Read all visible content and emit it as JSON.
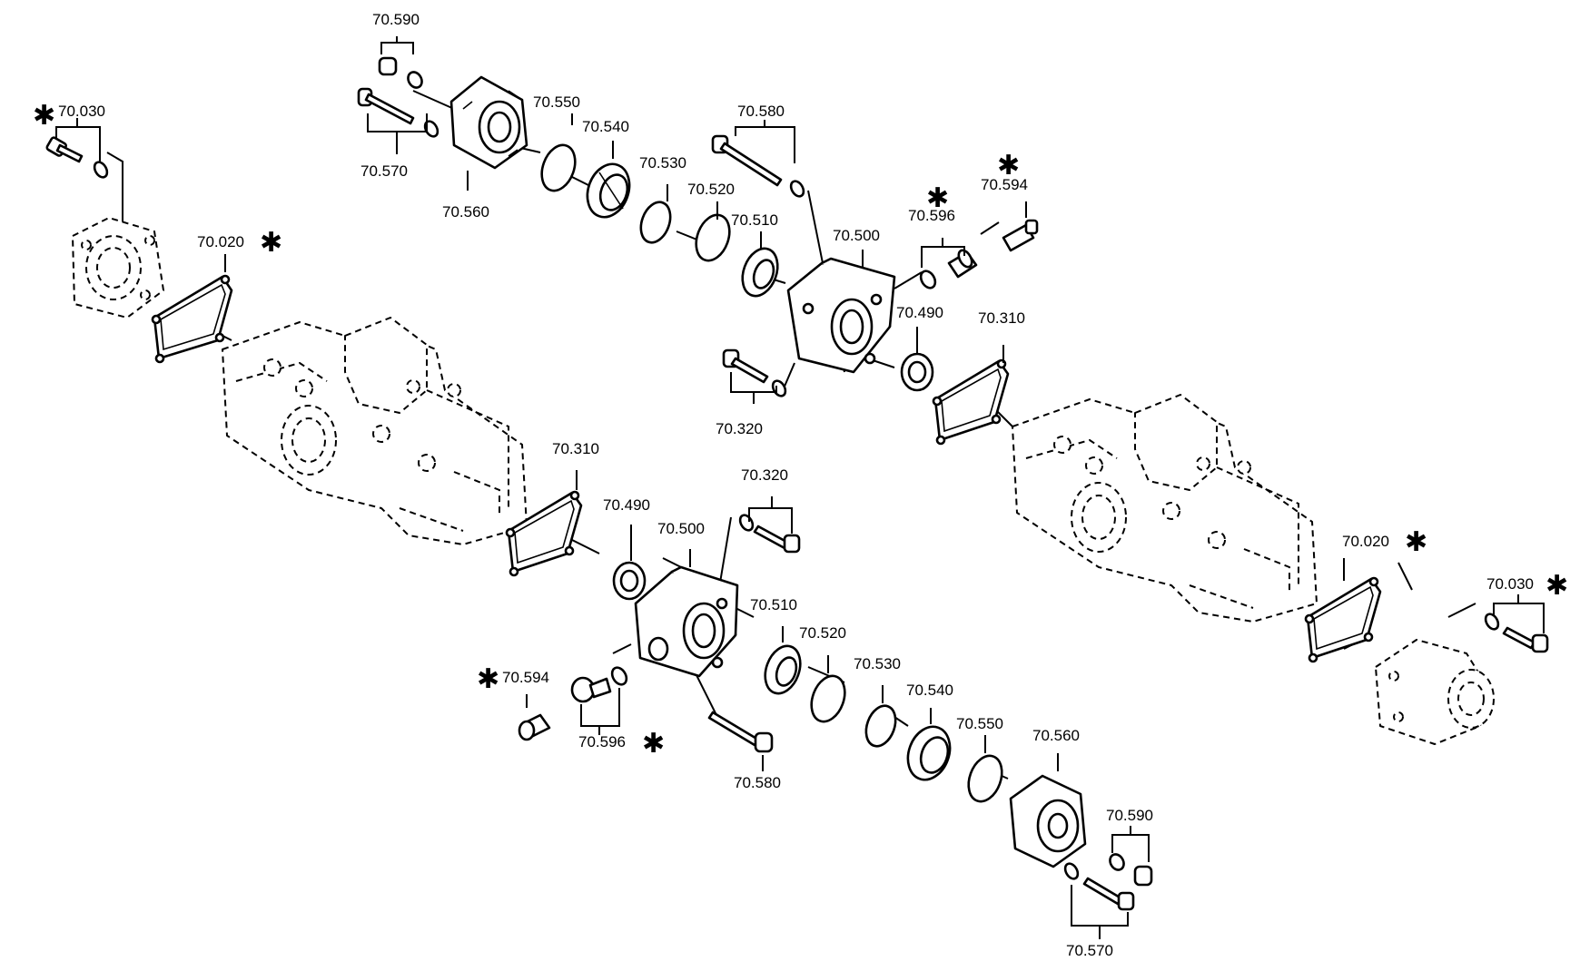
{
  "labels": {
    "a1_70590": "70.590",
    "a1_70570": "70.570",
    "a1_70560": "70.560",
    "a1_70550": "70.550",
    "a1_70540": "70.540",
    "a1_70530": "70.530",
    "a1_70520": "70.520",
    "a1_70510": "70.510",
    "a1_70500": "70.500",
    "a1_70580": "70.580",
    "a1_70596": "70.596",
    "a1_70594": "70.594",
    "a1_70490": "70.490",
    "a1_70320": "70.320",
    "a1_70310": "70.310",
    "a1_70030": "70.030",
    "a1_70020": "70.020",
    "a2_70310": "70.310",
    "a2_70490": "70.490",
    "a2_70500": "70.500",
    "a2_70320": "70.320",
    "a2_70510": "70.510",
    "a2_70520": "70.520",
    "a2_70530": "70.530",
    "a2_70540": "70.540",
    "a2_70550": "70.550",
    "a2_70560": "70.560",
    "a2_70590": "70.590",
    "a2_70570": "70.570",
    "a2_70580": "70.580",
    "a2_70594": "70.594",
    "a2_70596": "70.596",
    "a2_70020": "70.020",
    "a2_70030": "70.030"
  },
  "marker": "✱"
}
